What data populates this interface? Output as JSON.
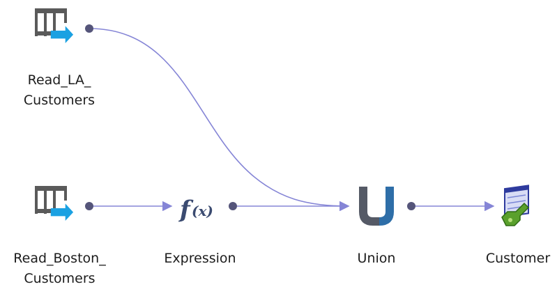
{
  "diagram": {
    "nodes": [
      {
        "id": "read_la",
        "type": "source",
        "label_lines": [
          "Read_LA_",
          "Customers"
        ]
      },
      {
        "id": "read_boston",
        "type": "source",
        "label_lines": [
          "Read_Boston_",
          "Customers"
        ]
      },
      {
        "id": "expression",
        "type": "expression",
        "label_lines": [
          "Expression"
        ]
      },
      {
        "id": "union",
        "type": "union",
        "label_lines": [
          "Union"
        ]
      },
      {
        "id": "customer",
        "type": "target",
        "label_lines": [
          "Customer"
        ]
      }
    ],
    "edges": [
      {
        "from": "read_la",
        "to": "union"
      },
      {
        "from": "read_boston",
        "to": "expression"
      },
      {
        "from": "expression",
        "to": "union"
      },
      {
        "from": "union",
        "to": "customer"
      }
    ],
    "colors": {
      "edge": "#8585d6",
      "port": "#55557a",
      "source_icon": "#5a5a5a",
      "source_arrow": "#1ba1e2",
      "union_gray": "#555a66",
      "union_blue": "#2e6ea8",
      "fx": "#3a4a70"
    },
    "icons": {
      "read_la": "table-source-icon",
      "read_boston": "table-source-icon",
      "expression": "fx-icon",
      "union": "union-icon",
      "customer": "table-target-icon"
    }
  }
}
